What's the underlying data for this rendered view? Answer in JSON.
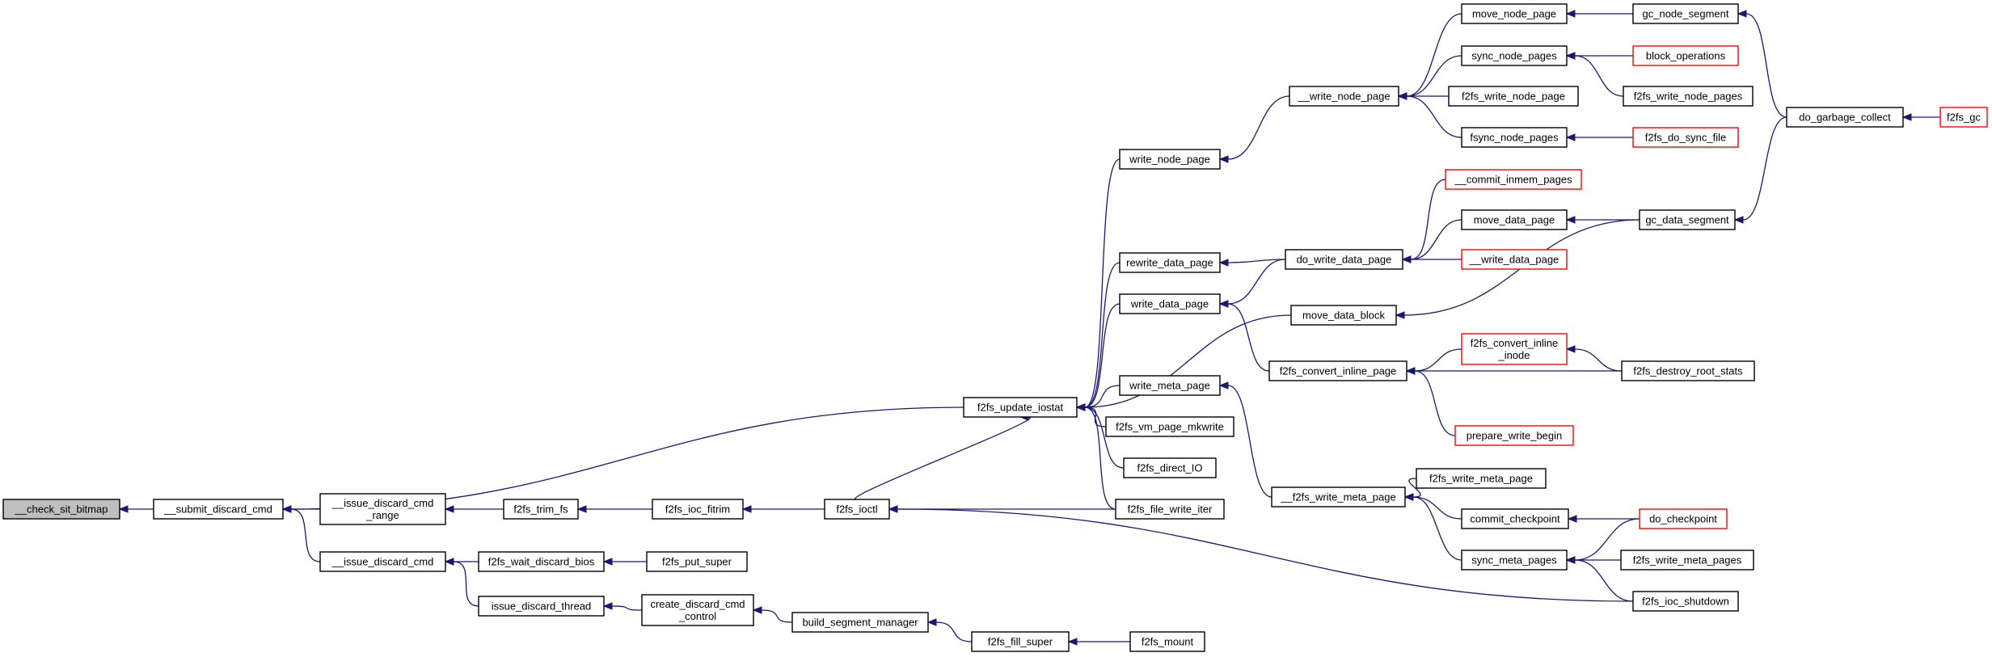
{
  "colors": {
    "edge": "#191970",
    "node_border": "#000000",
    "truncated_border": "#ff0000",
    "current_fill": "#bfbfbf",
    "background": "#ffffff"
  },
  "nodes": [
    {
      "id": "check_sit_bitmap",
      "lines": [
        "__check_sit_bitmap"
      ],
      "style": "current"
    },
    {
      "id": "submit_discard_cmd",
      "lines": [
        "__submit_discard_cmd"
      ],
      "style": "normal"
    },
    {
      "id": "issue_discard_cmd_range",
      "lines": [
        "__issue_discard_cmd",
        "_range"
      ],
      "style": "normal"
    },
    {
      "id": "issue_discard_cmd",
      "lines": [
        "__issue_discard_cmd"
      ],
      "style": "normal"
    },
    {
      "id": "f2fs_trim_fs",
      "lines": [
        "f2fs_trim_fs"
      ],
      "style": "normal"
    },
    {
      "id": "f2fs_wait_discard_bios",
      "lines": [
        "f2fs_wait_discard_bios"
      ],
      "style": "normal"
    },
    {
      "id": "issue_discard_thread",
      "lines": [
        "issue_discard_thread"
      ],
      "style": "normal"
    },
    {
      "id": "f2fs_ioc_fitrim",
      "lines": [
        "f2fs_ioc_fitrim"
      ],
      "style": "normal"
    },
    {
      "id": "f2fs_put_super",
      "lines": [
        "f2fs_put_super"
      ],
      "style": "normal"
    },
    {
      "id": "create_discard_cmd_control",
      "lines": [
        "create_discard_cmd",
        "_control"
      ],
      "style": "normal"
    },
    {
      "id": "f2fs_ioctl",
      "lines": [
        "f2fs_ioctl"
      ],
      "style": "normal"
    },
    {
      "id": "build_segment_manager",
      "lines": [
        "build_segment_manager"
      ],
      "style": "normal"
    },
    {
      "id": "f2fs_update_iostat",
      "lines": [
        "f2fs_update_iostat"
      ],
      "style": "normal"
    },
    {
      "id": "f2fs_fill_super",
      "lines": [
        "f2fs_fill_super"
      ],
      "style": "normal"
    },
    {
      "id": "f2fs_mount",
      "lines": [
        "f2fs_mount"
      ],
      "style": "normal"
    },
    {
      "id": "write_node_page",
      "lines": [
        "write_node_page"
      ],
      "style": "normal"
    },
    {
      "id": "rewrite_data_page",
      "lines": [
        "rewrite_data_page"
      ],
      "style": "normal"
    },
    {
      "id": "write_data_page",
      "lines": [
        "write_data_page"
      ],
      "style": "normal"
    },
    {
      "id": "write_meta_page",
      "lines": [
        "write_meta_page"
      ],
      "style": "normal"
    },
    {
      "id": "f2fs_vm_page_mkwrite",
      "lines": [
        "f2fs_vm_page_mkwrite"
      ],
      "style": "normal"
    },
    {
      "id": "f2fs_direct_IO",
      "lines": [
        "f2fs_direct_IO"
      ],
      "style": "normal"
    },
    {
      "id": "f2fs_file_write_iter",
      "lines": [
        "f2fs_file_write_iter"
      ],
      "style": "normal"
    },
    {
      "id": "write_node_page_u",
      "lines": [
        "__write_node_page"
      ],
      "style": "normal"
    },
    {
      "id": "do_write_data_page",
      "lines": [
        "do_write_data_page"
      ],
      "style": "normal"
    },
    {
      "id": "move_data_block",
      "lines": [
        "move_data_block"
      ],
      "style": "normal"
    },
    {
      "id": "f2fs_convert_inline_page",
      "lines": [
        "f2fs_convert_inline_page"
      ],
      "style": "normal"
    },
    {
      "id": "f2fs_write_meta_page_u",
      "lines": [
        "__f2fs_write_meta_page"
      ],
      "style": "normal"
    },
    {
      "id": "move_node_page",
      "lines": [
        "move_node_page"
      ],
      "style": "normal"
    },
    {
      "id": "sync_node_pages",
      "lines": [
        "sync_node_pages"
      ],
      "style": "normal"
    },
    {
      "id": "f2fs_write_node_page",
      "lines": [
        "f2fs_write_node_page"
      ],
      "style": "normal"
    },
    {
      "id": "fsync_node_pages",
      "lines": [
        "fsync_node_pages"
      ],
      "style": "normal"
    },
    {
      "id": "commit_inmem_pages",
      "lines": [
        "__commit_inmem_pages"
      ],
      "style": "red"
    },
    {
      "id": "move_data_page",
      "lines": [
        "move_data_page"
      ],
      "style": "normal"
    },
    {
      "id": "write_data_page_u",
      "lines": [
        "__write_data_page"
      ],
      "style": "red"
    },
    {
      "id": "f2fs_convert_inline_inode",
      "lines": [
        "f2fs_convert_inline",
        "_inode"
      ],
      "style": "red"
    },
    {
      "id": "prepare_write_begin",
      "lines": [
        "prepare_write_begin"
      ],
      "style": "red"
    },
    {
      "id": "f2fs_write_meta_page",
      "lines": [
        "f2fs_write_meta_page"
      ],
      "style": "normal"
    },
    {
      "id": "commit_checkpoint",
      "lines": [
        "commit_checkpoint"
      ],
      "style": "normal"
    },
    {
      "id": "sync_meta_pages",
      "lines": [
        "sync_meta_pages"
      ],
      "style": "normal"
    },
    {
      "id": "gc_node_segment",
      "lines": [
        "gc_node_segment"
      ],
      "style": "normal"
    },
    {
      "id": "block_operations",
      "lines": [
        "block_operations"
      ],
      "style": "red"
    },
    {
      "id": "f2fs_write_node_pages",
      "lines": [
        "f2fs_write_node_pages"
      ],
      "style": "normal"
    },
    {
      "id": "f2fs_do_sync_file",
      "lines": [
        "f2fs_do_sync_file"
      ],
      "style": "red"
    },
    {
      "id": "gc_data_segment",
      "lines": [
        "gc_data_segment"
      ],
      "style": "normal"
    },
    {
      "id": "f2fs_destroy_root_stats",
      "lines": [
        "f2fs_destroy_root_stats"
      ],
      "style": "normal"
    },
    {
      "id": "do_checkpoint",
      "lines": [
        "do_checkpoint"
      ],
      "style": "red"
    },
    {
      "id": "f2fs_write_meta_pages",
      "lines": [
        "f2fs_write_meta_pages"
      ],
      "style": "normal"
    },
    {
      "id": "f2fs_ioc_shutdown",
      "lines": [
        "f2fs_ioc_shutdown"
      ],
      "style": "normal"
    },
    {
      "id": "do_garbage_collect",
      "lines": [
        "do_garbage_collect"
      ],
      "style": "normal"
    },
    {
      "id": "f2fs_gc",
      "lines": [
        "f2fs_gc"
      ],
      "style": "red"
    }
  ],
  "edges": [
    [
      "submit_discard_cmd",
      "check_sit_bitmap"
    ],
    [
      "issue_discard_cmd_range",
      "submit_discard_cmd"
    ],
    [
      "issue_discard_cmd",
      "submit_discard_cmd"
    ],
    [
      "f2fs_update_iostat",
      "submit_discard_cmd"
    ],
    [
      "f2fs_trim_fs",
      "issue_discard_cmd_range"
    ],
    [
      "f2fs_ioc_fitrim",
      "f2fs_trim_fs"
    ],
    [
      "f2fs_ioctl",
      "f2fs_ioc_fitrim"
    ],
    [
      "f2fs_wait_discard_bios",
      "issue_discard_cmd"
    ],
    [
      "issue_discard_thread",
      "issue_discard_cmd"
    ],
    [
      "f2fs_put_super",
      "f2fs_wait_discard_bios"
    ],
    [
      "create_discard_cmd_control",
      "issue_discard_thread"
    ],
    [
      "build_segment_manager",
      "create_discard_cmd_control"
    ],
    [
      "f2fs_fill_super",
      "build_segment_manager"
    ],
    [
      "f2fs_mount",
      "f2fs_fill_super"
    ],
    [
      "f2fs_ioctl",
      "f2fs_update_iostat"
    ],
    [
      "f2fs_file_write_iter",
      "f2fs_ioctl"
    ],
    [
      "f2fs_ioc_shutdown",
      "f2fs_ioctl"
    ],
    [
      "write_node_page",
      "f2fs_update_iostat"
    ],
    [
      "rewrite_data_page",
      "f2fs_update_iostat"
    ],
    [
      "write_data_page",
      "f2fs_update_iostat"
    ],
    [
      "move_data_block",
      "f2fs_update_iostat"
    ],
    [
      "write_meta_page",
      "f2fs_update_iostat"
    ],
    [
      "f2fs_vm_page_mkwrite",
      "f2fs_update_iostat"
    ],
    [
      "f2fs_direct_IO",
      "f2fs_update_iostat"
    ],
    [
      "f2fs_file_write_iter",
      "f2fs_update_iostat"
    ],
    [
      "write_node_page_u",
      "write_node_page"
    ],
    [
      "do_write_data_page",
      "rewrite_data_page"
    ],
    [
      "do_write_data_page",
      "write_data_page"
    ],
    [
      "f2fs_convert_inline_page",
      "write_data_page"
    ],
    [
      "f2fs_write_meta_page_u",
      "write_meta_page"
    ],
    [
      "move_node_page",
      "write_node_page_u"
    ],
    [
      "sync_node_pages",
      "write_node_page_u"
    ],
    [
      "f2fs_write_node_page",
      "write_node_page_u"
    ],
    [
      "fsync_node_pages",
      "write_node_page_u"
    ],
    [
      "commit_inmem_pages",
      "do_write_data_page"
    ],
    [
      "move_data_page",
      "do_write_data_page"
    ],
    [
      "write_data_page_u",
      "do_write_data_page"
    ],
    [
      "gc_data_segment",
      "move_data_block"
    ],
    [
      "f2fs_convert_inline_inode",
      "f2fs_convert_inline_page"
    ],
    [
      "f2fs_destroy_root_stats",
      "f2fs_convert_inline_page"
    ],
    [
      "prepare_write_begin",
      "f2fs_convert_inline_page"
    ],
    [
      "f2fs_write_meta_page",
      "f2fs_write_meta_page_u"
    ],
    [
      "commit_checkpoint",
      "f2fs_write_meta_page_u"
    ],
    [
      "sync_meta_pages",
      "f2fs_write_meta_page_u"
    ],
    [
      "gc_node_segment",
      "move_node_page"
    ],
    [
      "block_operations",
      "sync_node_pages"
    ],
    [
      "f2fs_write_node_pages",
      "sync_node_pages"
    ],
    [
      "f2fs_do_sync_file",
      "fsync_node_pages"
    ],
    [
      "gc_data_segment",
      "move_data_page"
    ],
    [
      "f2fs_destroy_root_stats",
      "f2fs_convert_inline_inode"
    ],
    [
      "do_checkpoint",
      "commit_checkpoint"
    ],
    [
      "do_checkpoint",
      "sync_meta_pages"
    ],
    [
      "f2fs_write_meta_pages",
      "sync_meta_pages"
    ],
    [
      "f2fs_ioc_shutdown",
      "sync_meta_pages"
    ],
    [
      "do_garbage_collect",
      "gc_node_segment"
    ],
    [
      "do_garbage_collect",
      "gc_data_segment"
    ],
    [
      "f2fs_gc",
      "do_garbage_collect"
    ]
  ]
}
